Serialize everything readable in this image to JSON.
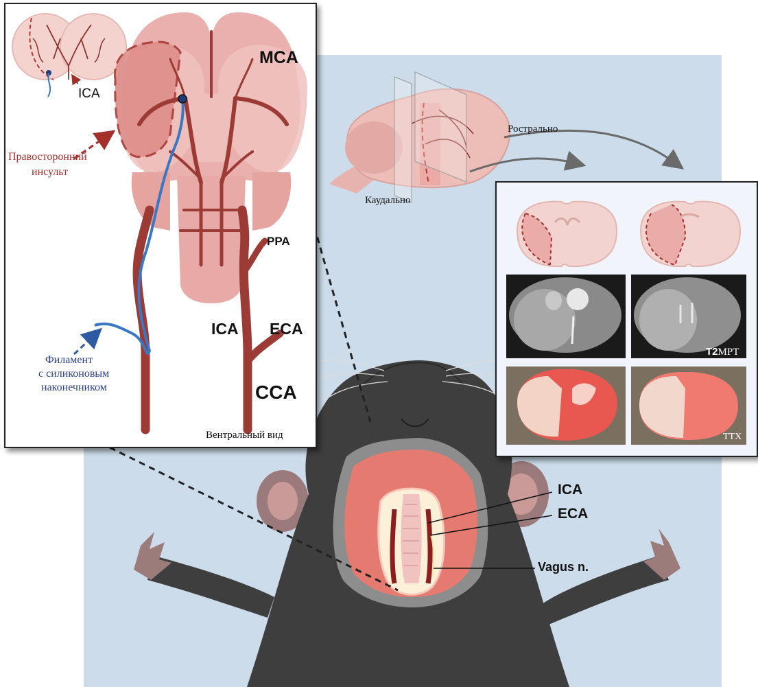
{
  "left_panel": {
    "mca_label": "MCA",
    "ica_inset_label": "ICA",
    "ppa_label": "PPA",
    "ica_label": "ICA",
    "eca_label": "ECA",
    "cca_label": "CCA",
    "stroke_label_line1": "Правосторонний",
    "stroke_label_line2": "инсульт",
    "filament_line1": "Филамент",
    "filament_line2": "с силиконовым",
    "filament_line3": "наконечником",
    "view_label": "Вентральный вид"
  },
  "sagittal": {
    "rostral_label": "Рострально",
    "caudal_label": "Каудально"
  },
  "right_panel": {
    "mri_prefix": "T2",
    "mri_label": "МРТ",
    "ttx_label": "TTX"
  },
  "mouse": {
    "ica_label": "ICA",
    "eca_label": "ECA",
    "vagus_label": "Vagus n."
  },
  "colors": {
    "background_panel": "#ccdcea",
    "brain_pink": "#e9aaa8",
    "artery_red": "#9c3b35",
    "filament_blue": "#3a78c4",
    "stroke_label_red": "#a3302a",
    "filament_label_navy": "#2d3f8a",
    "mouse_fur": "#3e3e3e"
  }
}
